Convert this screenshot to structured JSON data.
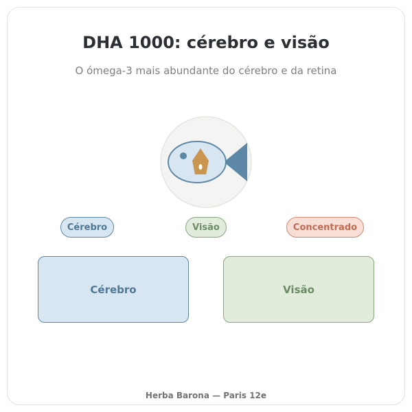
{
  "header": {
    "title": "DHA 1000: cérebro e visão",
    "subtitle": "O ómega-3 mais abundante do cérebro e da retina"
  },
  "emblem": {
    "icon": "fish-icon",
    "colors": {
      "circle_fill": "#f4f5f2",
      "fish_body": "#d7e6f0",
      "fish_stroke": "#5c87a6",
      "drop": "#c9954f"
    }
  },
  "tags": {
    "brain": "Cérebro",
    "vision": "Visão",
    "concentrated": "Concentrado"
  },
  "panels": {
    "brain": "Cérebro",
    "vision": "Visão"
  },
  "footer": {
    "text": "Herba Barona — Paris 12e"
  },
  "colors": {
    "brain_blue": "#5c87a6",
    "vision_green": "#86a77e",
    "concentrated_red": "#d48770"
  }
}
